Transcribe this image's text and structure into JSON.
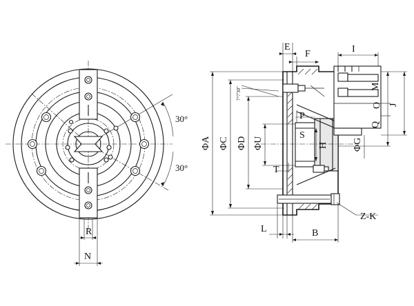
{
  "labels": {
    "angle_top": "30°",
    "angle_bottom": "30°",
    "R": "R",
    "N": "N",
    "E": "E",
    "F": "F",
    "I": "I",
    "M": "M",
    "O": "O",
    "J": "J",
    "Q": "Q",
    "phiG": "ΦG",
    "H": "H",
    "S": "S",
    "P": "P",
    "phiU": "ΦU",
    "phiD": "ΦD",
    "phiC": "ΦC",
    "phiA": "ΦA",
    "T": "T",
    "ZK": "Z-K",
    "L": "L",
    "B": "B",
    "taper": "7°7'30\""
  }
}
